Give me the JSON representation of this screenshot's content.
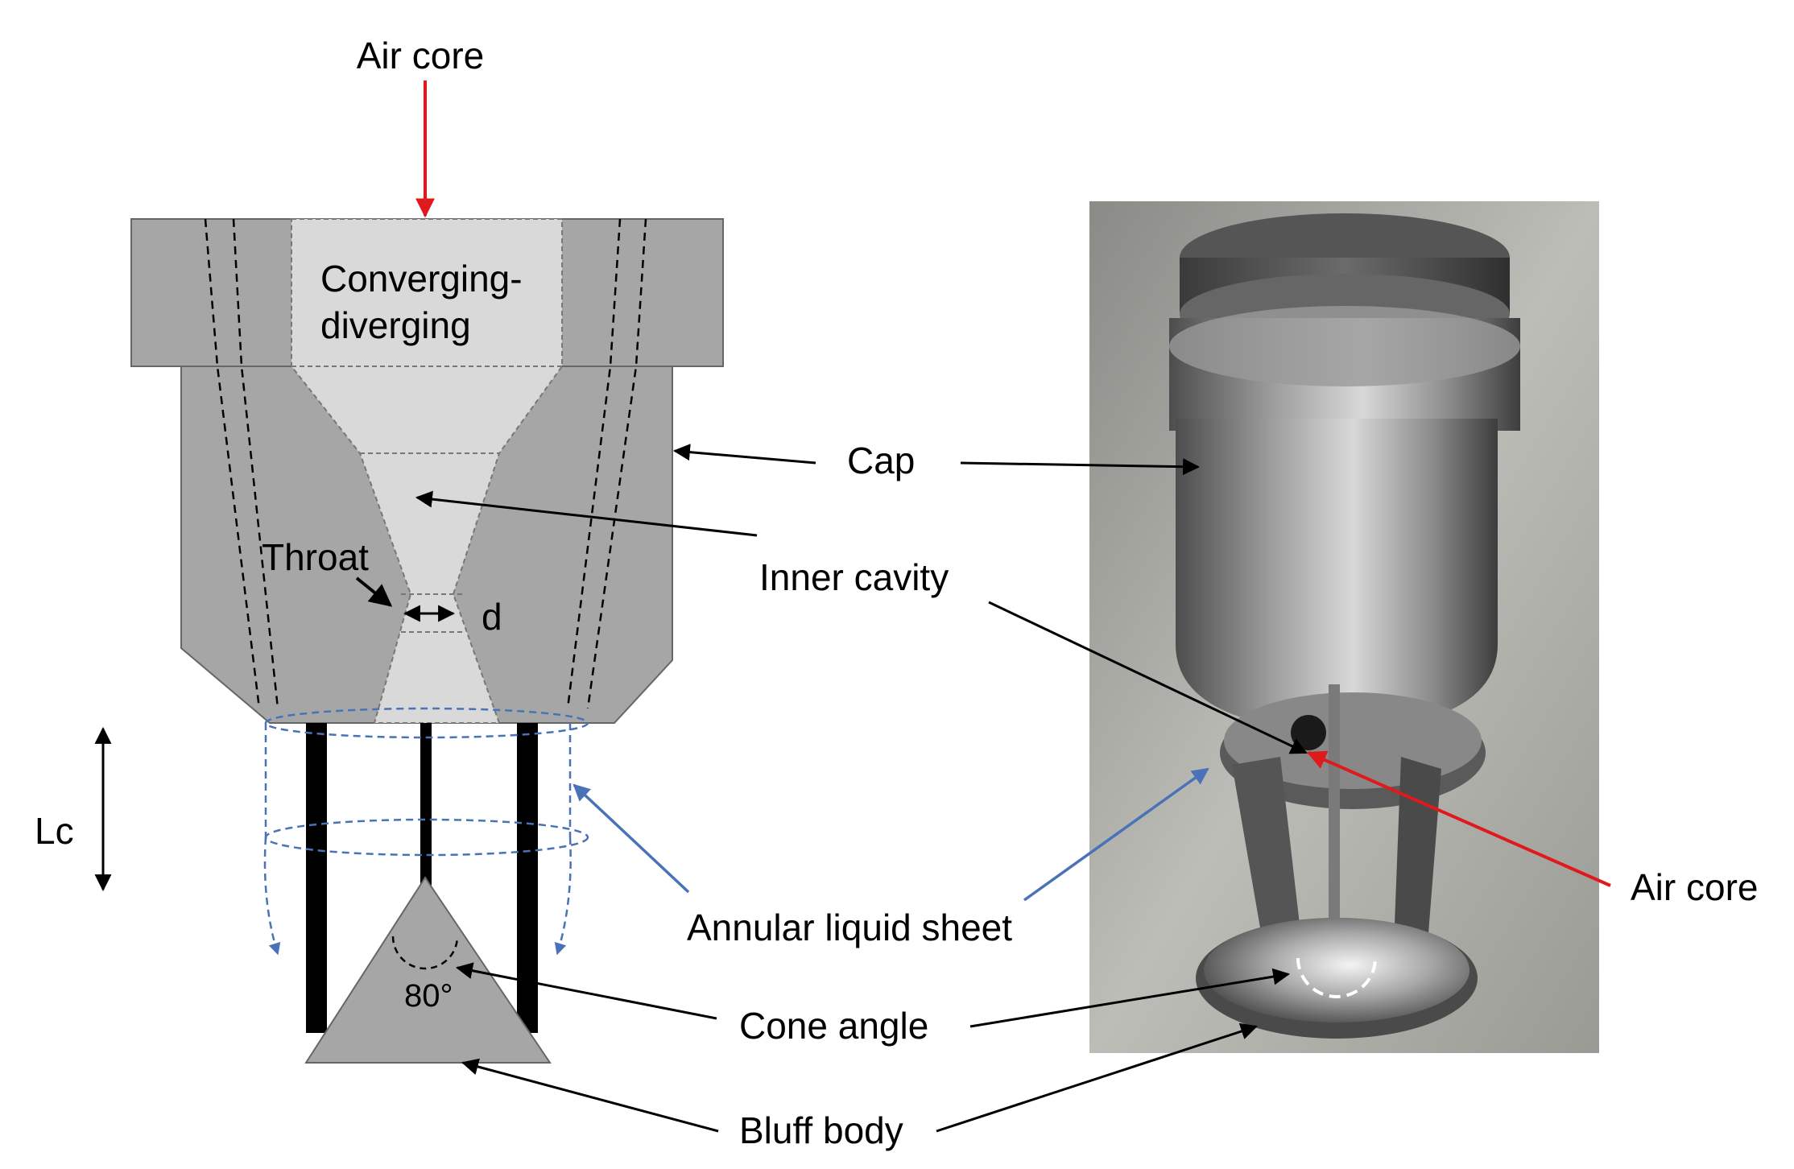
{
  "labels": {
    "air_core_top": "Air core",
    "converging_line1": "Converging-",
    "converging_line2": "diverging",
    "cap": "Cap",
    "inner_cavity": "Inner cavity",
    "throat": "Throat",
    "d": "d",
    "lc": "Lc",
    "annular_liquid_sheet": "Annular liquid sheet",
    "air_core_photo": "Air core",
    "angle": "80°",
    "cone_angle": "Cone angle",
    "bluff_body": "Bluff body"
  },
  "colors": {
    "body_dark": "#a6a6a6",
    "cavity_light": "#d9d9d9",
    "air_core_arrow": "#e0191c",
    "liquid_sheet": "#4a72b8",
    "black": "#000000"
  }
}
